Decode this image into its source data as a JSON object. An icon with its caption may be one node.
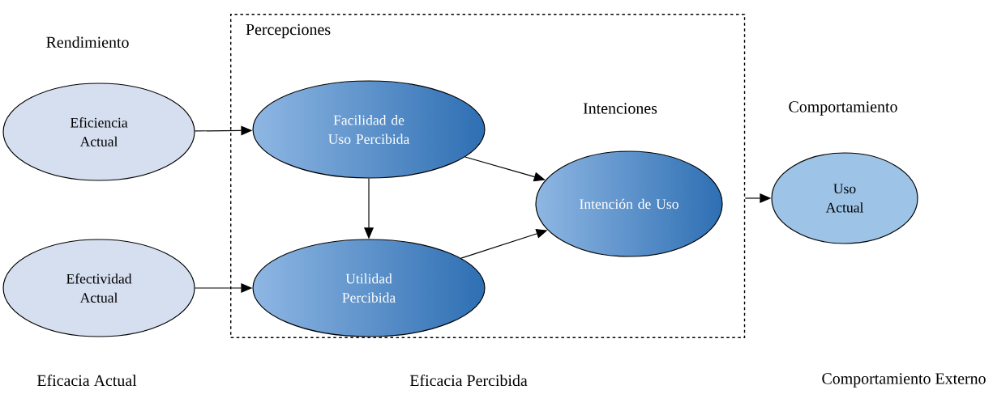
{
  "diagram": {
    "nodes": [
      {
        "text": [
          "Percepciones"
        ]
      },
      {
        "text": [
          "Eficiencia Actual"
        ]
      },
      {
        "text": [
          "Facilidad de Uso Percibida"
        ],
        "in": 0
      },
      {
        "text": [
          "Efectividad Actual"
        ]
      },
      {
        "text": [
          "Utilidad Percibida"
        ],
        "in": 0
      },
      {
        "text": [
          "Intención de Uso"
        ],
        "in": 0
      },
      {
        "text": [
          "Uso Actual"
        ]
      }
    ],
    "edges": [
      {
        "from": 1,
        "to": 2,
        "arrow": "to"
      },
      {
        "from": 3,
        "to": 4,
        "arrow": "to"
      },
      {
        "from": 2,
        "to": 4,
        "arrow": "to"
      },
      {
        "from": 2,
        "to": 5,
        "arrow": "to"
      },
      {
        "from": 4,
        "to": 5,
        "arrow": "to"
      },
      {
        "from": 0,
        "to": 6,
        "arrow": "to"
      }
    ],
    "labels": [
      "Rendimiento",
      "Intenciones",
      "Comportamiento",
      "Eficacia Actual",
      "Eficacia Percibida",
      "Comportamiento Externo"
    ]
  }
}
